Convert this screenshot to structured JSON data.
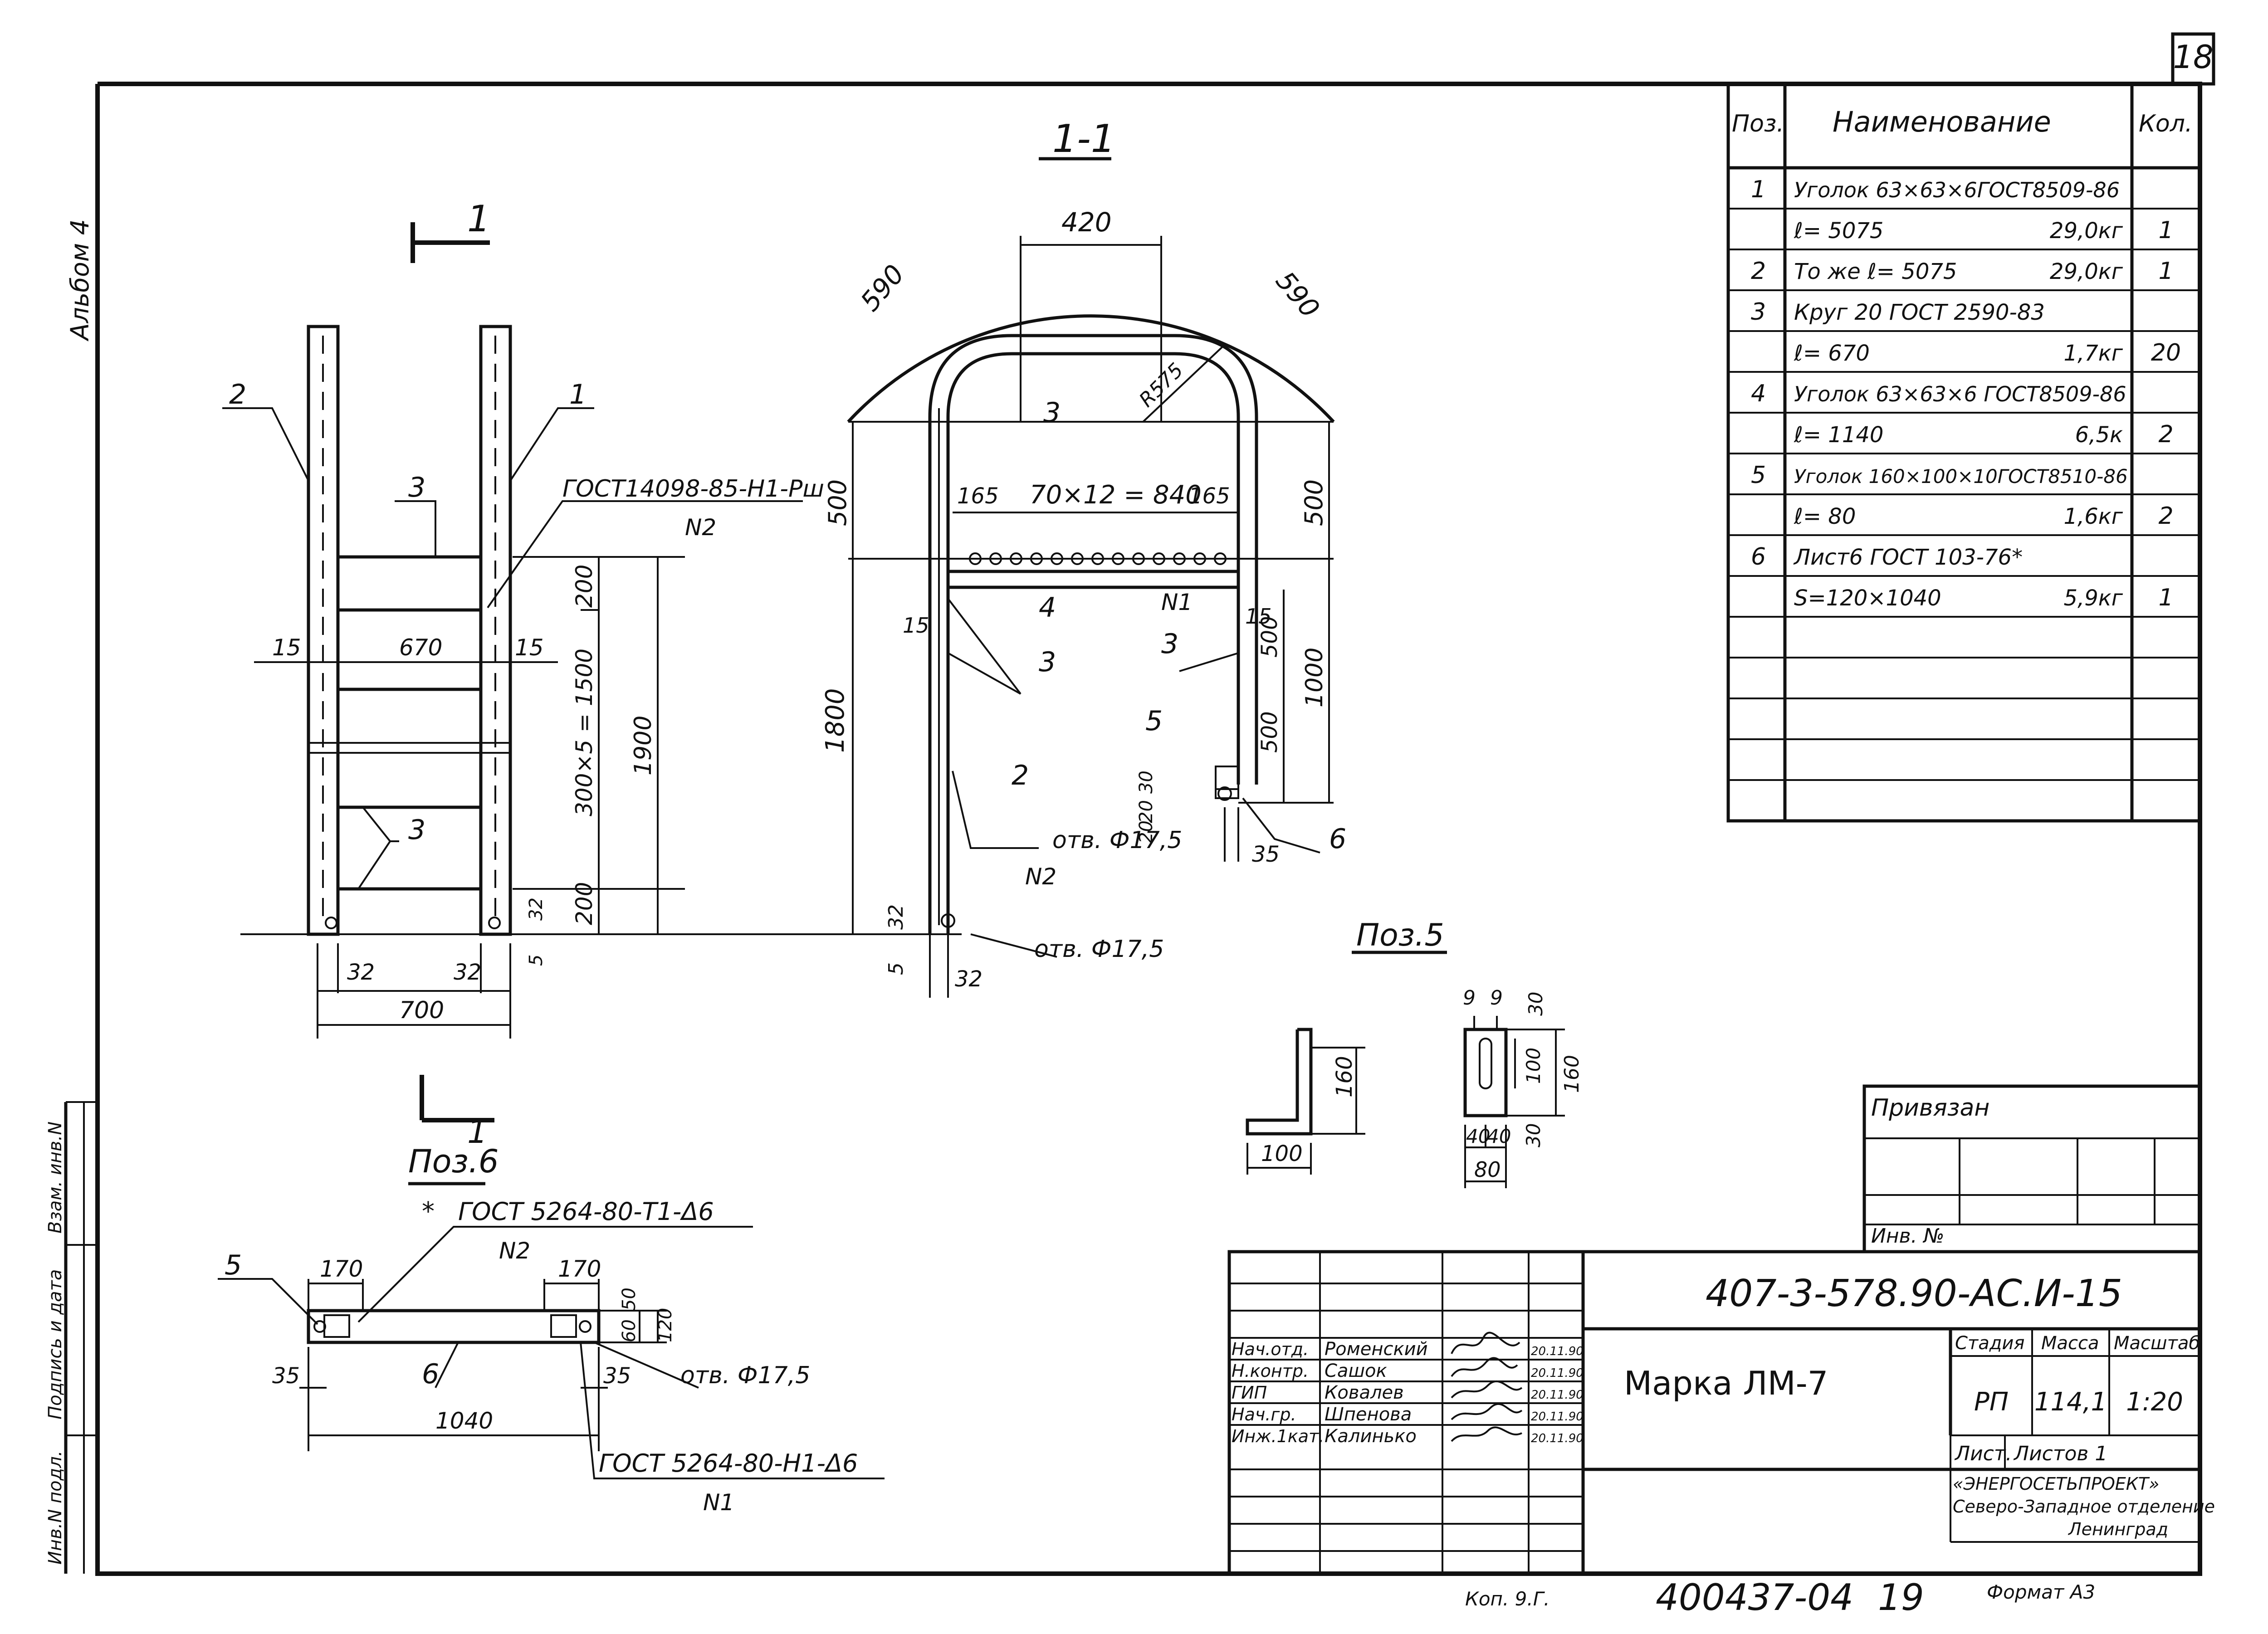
{
  "sheet": {
    "sheet_number_corner": "18",
    "album_label": "Альбом 4",
    "document_code": "407-3-578.90-АС.И-15",
    "title": "Марка ЛМ-7",
    "inventory_number": "400437-04",
    "page_number": "19",
    "copied_by": "Коп. 9.Г.",
    "format": "Формат А3"
  },
  "views": {
    "elevation_cut_mark": "1",
    "section_title": "1-1",
    "pos5_title": "Поз.5",
    "pos6_title": "Поз.6"
  },
  "elevation": {
    "pos_label_2": "2",
    "pos_label_1": "1",
    "pos_label_3a": "3",
    "pos_label_3b": "3",
    "gost_weld": "ГОСТ14098-85-Н1-Рш",
    "weld_n": "N2",
    "dim_200_top": "200",
    "dim_15_left": "15",
    "dim_670": "670",
    "dim_15_right": "15",
    "dim_rungs": "300×5 = 1500",
    "dim_1900": "1900",
    "dim_32_a": "32",
    "dim_5_a": "5",
    "dim_200_bottom": "200",
    "dim_32_left": "32",
    "dim_32_right": "32",
    "dim_700": "700"
  },
  "section": {
    "dim_420": "420",
    "dim_590_left": "590",
    "dim_590_right": "590",
    "radius": "R575",
    "pos_3_top": "3",
    "dim_165_left": "165",
    "dim_rung_spacing": "70×12 = 840",
    "dim_165_right": "165",
    "dim_500_left": "500",
    "dim_500_right": "500",
    "pos_4": "4",
    "weld_n1": "N1",
    "dim_15_l": "15",
    "dim_15_r": "15",
    "pos_3_mid": "3",
    "pos_3_right": "3",
    "dim_1800": "1800",
    "dim_500_r2": "500",
    "dim_1000": "1000",
    "dim_500_r3": "500",
    "pos_5": "5",
    "pos_2": "2",
    "dim_30": "30",
    "dim_20_a": "20",
    "dim_20_b": "20",
    "hole_1": "отв. Ф17,5",
    "weld_n2": "N2",
    "dim_35": "35",
    "pos_6": "6",
    "dim_32_top": "32",
    "dim_5": "5",
    "hole_2": "отв. Ф17,5",
    "dim_32_bottom": "32"
  },
  "pos5": {
    "dim_160_side": "160",
    "dim_100_side": "100",
    "dim_9_a": "9",
    "dim_9_b": "9",
    "dim_30_top": "30",
    "dim_100": "100",
    "dim_160": "160",
    "dim_30_bottom": "30",
    "dim_40_a": "40",
    "dim_40_b": "40",
    "dim_80": "80"
  },
  "pos6": {
    "star": "*",
    "gost_top": "ГОСТ 5264-80-Т1-Δ6",
    "weld_top_n": "N2",
    "pos_5": "5",
    "dim_170_left": "170",
    "dim_170_right": "170",
    "dim_50": "50",
    "dim_60": "60",
    "dim_120": "120",
    "dim_35_left": "35",
    "pos_6": "6",
    "dim_35_right": "35",
    "hole": "отв. Ф17,5",
    "dim_1040": "1040",
    "gost_bottom": "ГОСТ 5264-80-Н1-Δ6",
    "weld_bottom_n": "N1"
  },
  "spec_table": {
    "headers": {
      "pos": "Поз.",
      "name": "Наименование",
      "qty": "Кол."
    },
    "rows": [
      {
        "pos": "1",
        "name": "Уголок 63×63×6ГОСТ8509-86",
        "mass": "",
        "qty": ""
      },
      {
        "pos": "",
        "name": "ℓ= 5075",
        "mass": "29,0кг",
        "qty": "1"
      },
      {
        "pos": "2",
        "name": "То же  ℓ= 5075",
        "mass": "29,0кг",
        "qty": "1"
      },
      {
        "pos": "3",
        "name": "Круг 20  ГОСТ 2590-83",
        "mass": "",
        "qty": ""
      },
      {
        "pos": "",
        "name": "ℓ= 670",
        "mass": "1,7кг",
        "qty": "20"
      },
      {
        "pos": "4",
        "name": "Уголок 63×63×6 ГОСТ8509-86",
        "mass": "",
        "qty": ""
      },
      {
        "pos": "",
        "name": "ℓ= 1140",
        "mass": "6,5к",
        "qty": "2"
      },
      {
        "pos": "5",
        "name": "Уголок 160×100×10ГОСТ8510-86",
        "mass": "",
        "qty": ""
      },
      {
        "pos": "",
        "name": "ℓ= 80",
        "mass": "1,6кг",
        "qty": "2"
      },
      {
        "pos": "6",
        "name": "Лист6  ГОСТ 103-76*",
        "mass": "",
        "qty": ""
      },
      {
        "pos": "",
        "name": "S=120×1040",
        "mass": "5,9кг",
        "qty": "1"
      }
    ]
  },
  "binding_box": {
    "label": "Привязан",
    "inv_label": "Инв. №"
  },
  "left_margin": {
    "field_1": "Инв.N подл.",
    "field_2": "Подпись и дата",
    "field_3": "Взам. инв.N"
  },
  "title_block": {
    "signers": [
      {
        "role": "Нач.отд.",
        "name": "Роменский",
        "date": "20.11.90"
      },
      {
        "role": "Н.контр.",
        "name": "Сашок",
        "date": "20.11.90"
      },
      {
        "role": "ГИП",
        "name": "Ковалев",
        "date": "20.11.90"
      },
      {
        "role": "Нач.гр.",
        "name": "Шпенова",
        "date": "20.11.90"
      },
      {
        "role": "Инж.1кат.",
        "name": "Калинько",
        "date": "20.11.90"
      }
    ],
    "stage_label": "Стадия",
    "mass_label": "Масса",
    "scale_label": "Масштаб",
    "stage": "РП",
    "mass": "114,1",
    "scale": "1:20",
    "sheet_label": "Лист.",
    "sheets_label": "Листов 1",
    "org_name": "«ЭНЕРГОСЕТЬПРОЕКТ»",
    "org_branch": "Северо-Западное отделение",
    "org_city": "Ленинград"
  }
}
